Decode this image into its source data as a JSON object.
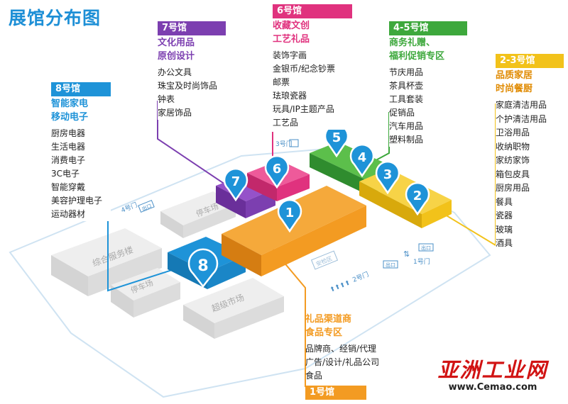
{
  "title": "展馆分布图",
  "halls": {
    "h8": {
      "header": "8号馆",
      "sub1": "智能家电",
      "sub2": "移动电子",
      "items": [
        "厨房电器",
        "生活电器",
        "消费电子",
        "3C电子",
        "智能穿戴",
        "美容护理电子",
        "运动器材"
      ],
      "color": "#1e93d8"
    },
    "h7": {
      "header": "7号馆",
      "sub1": "文化用品",
      "sub2": "原创设计",
      "items": [
        "办公文具",
        "珠宝及时尚饰品",
        "钟表",
        "家居饰品"
      ],
      "color": "#7c3fb0"
    },
    "h6": {
      "header": "6号馆",
      "sub1": "收藏文创",
      "sub2": "工艺礼品",
      "items": [
        "装饰字画",
        "金银币/纪念钞票",
        "邮票",
        "珐琅瓷器",
        "玩具/IP主题产品",
        "工艺品"
      ],
      "color": "#e0327e"
    },
    "h45": {
      "header": "4-5号馆",
      "sub1": "商务礼赠、",
      "sub2": "福利促销专区",
      "items": [
        "节庆用品",
        "茶具杯壶",
        "工具套装",
        "促销品",
        "汽车用品",
        "塑料制品"
      ],
      "color": "#3da83c"
    },
    "h23": {
      "header": "2-3号馆",
      "sub1": "品质家居",
      "sub2": "时尚餐厨",
      "items": [
        "家庭清洁用品",
        "个护清洁用品",
        "卫浴用品",
        "收纳职物",
        "家纺家饰",
        "箱包皮具",
        "厨房用品",
        "餐具",
        "瓷器",
        "玻璃",
        "酒具"
      ],
      "color": "#f2c21a"
    },
    "h1": {
      "header": "1号馆",
      "sub1": "礼品渠道商",
      "sub2": "食品专区",
      "items": [
        "品牌商、经销/代理",
        "广告/设计/礼品公司",
        "食品"
      ],
      "color": "#f39b22"
    }
  },
  "pins": [
    "1",
    "2",
    "3",
    "4",
    "5",
    "6",
    "7",
    "8"
  ],
  "map_labels": {
    "parking": "停车场",
    "service_building": "综合服务楼",
    "supermarket": "超级市场",
    "security": "安检区",
    "gate4": "4号门",
    "gate3": "3号门",
    "gate2": "2号门",
    "gate1": "1号门",
    "exit_tag": "出口"
  },
  "watermark": {
    "main": "亚洲工业网",
    "url": "www.Cemao.com"
  }
}
